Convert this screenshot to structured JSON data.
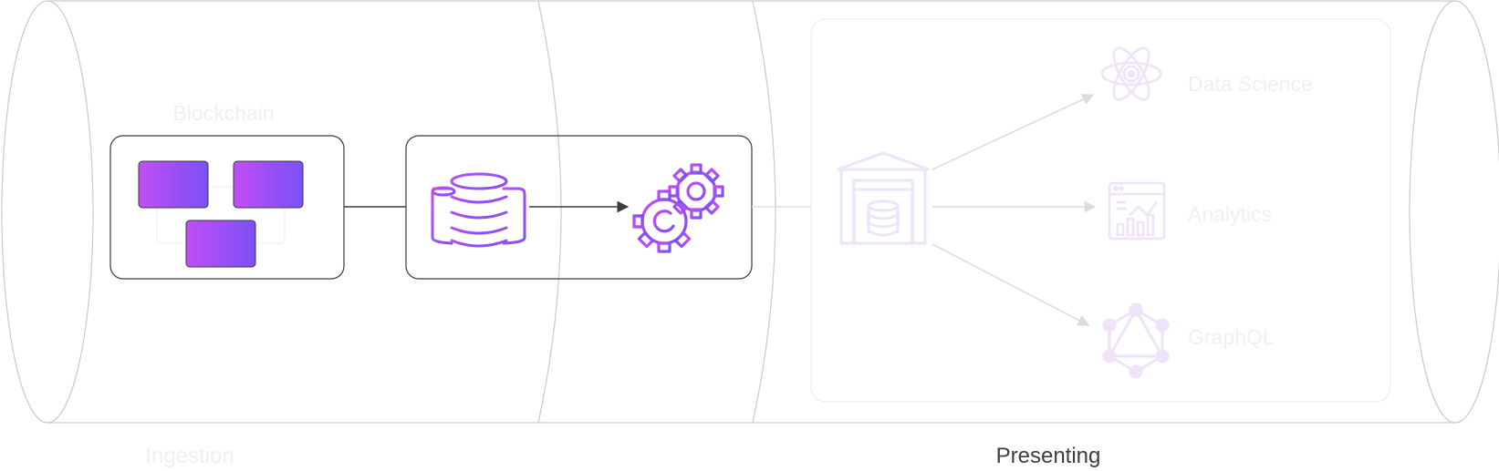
{
  "labels": {
    "blockchain": "Blockchain",
    "data_science": "Data Science",
    "analytics": "Analytics",
    "graphql": "GraphQL"
  },
  "stages": {
    "ingestion": "Ingestion",
    "presenting": "Presenting"
  },
  "colors": {
    "gradient_start": "#c14ef5",
    "gradient_end": "#7a50f6",
    "faded_purple": "#eee3fb",
    "faded_text": "#f0f0f2",
    "active_text": "#3d3d42",
    "pipe_line": "#cccccc",
    "box_border": "#3a3a40",
    "arrow": "#3a3a40"
  },
  "icons": {
    "blockchain_blocks": "blockchain-blocks-icon",
    "database": "database-stack-icon",
    "processing": "gears-icon",
    "warehouse": "warehouse-icon",
    "data_science": "atom-icon",
    "analytics": "analytics-dashboard-icon",
    "graphql": "graphql-icon"
  }
}
